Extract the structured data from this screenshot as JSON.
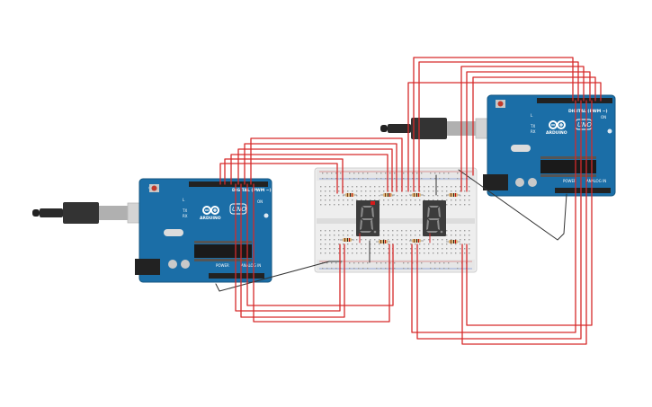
{
  "colors": {
    "wire_red": "#d62a2a",
    "wire_black": "#333333",
    "board_blue": "#1b6ea7",
    "breadboard": "#eeeeee",
    "segment_off": "#8a8a8a"
  },
  "arduino_left": {
    "digital_label": "DIGITAL (PWM ~)",
    "analog_label": "ANALOG IN",
    "power_label": "POWER",
    "brand_label": "ARDUINO",
    "model_label": "UNO",
    "tx_label": "TX",
    "rx_label": "RX",
    "l_label": "L",
    "on_label": "ON"
  },
  "arduino_right": {
    "digital_label": "DIGITAL (PWM ~)",
    "analog_label": "ANALOG IN",
    "power_label": "POWER",
    "brand_label": "ARDUINO",
    "model_label": "UNO",
    "tx_label": "TX",
    "rx_label": "RX",
    "l_label": "L",
    "on_label": "ON"
  },
  "icons": [
    "usb-cable-icon",
    "arduino-logo-icon",
    "seven-segment-display-icon",
    "resistor-icon"
  ]
}
